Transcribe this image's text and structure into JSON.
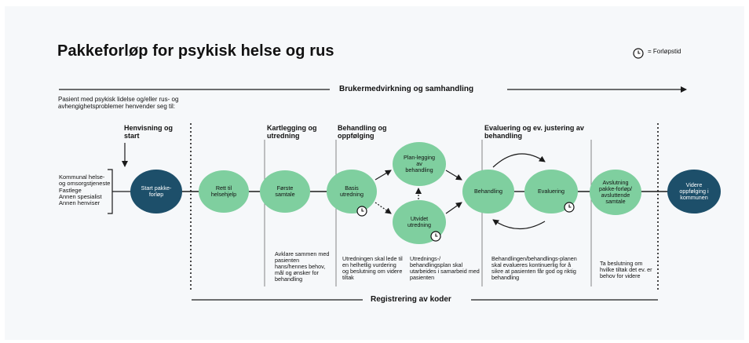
{
  "title": "Pakkeforløp for psykisk helse og rus",
  "legend": {
    "icon": "clock-icon",
    "label": "= Forløpstid"
  },
  "top_banner": "Brukermedvirkning og samhandling",
  "bottom_banner": "Registrering av koder",
  "intro_text": "Pasient med psykisk lidelse og/eller rus- og avhengighetsproblemer henvender seg til:",
  "referrers": [
    "Kommunal helse- og omsorgstjeneste",
    "Fastlege",
    "Annen spesialist",
    "Annen henviser"
  ],
  "stages": {
    "henvisning": "Henvisning og start",
    "kartlegging": "Kartlegging og utredning",
    "behandling": "Behandling og oppfølging",
    "evaluering": "Evaluering og ev. justering av behandling"
  },
  "nodes": {
    "start": "Start pakke-forløp",
    "rett": "Rett til helsehjelp",
    "forste": "Første samtale",
    "basis": "Basis utredning",
    "planlegging": "Plan-legging av behandling",
    "utvidet": "Utvidet utredning",
    "behandling": "Behandling",
    "evaluering": "Evaluering",
    "avslutning": "Avslutning pakke-forløp/ avsluttende samtale",
    "videre": "Videre oppfølging i kommunen"
  },
  "notes": {
    "avklare": "Avklare sammen med pasienten hans/hennes behov, mål og ønsker for behandling",
    "utredningen": "Utredningen skal lede til en helhetlig vurdering og beslutning om videre tiltak",
    "utredningsplan": "Utrednings-/ behandlingsplan skal utarbeides i samarbeid med pasienten",
    "behandlingsplanen": "Behandlingen/behandlings-planen skal evalueres kontinuerlig for å sikre at pasienten får god og riktig behandling",
    "beslutning": "Ta beslutning om hvilke tiltak det ev. er behov for videre"
  },
  "colors": {
    "dark_node": "#1d4f6a",
    "green_node": "#7fcf9f",
    "background": "#f6f8fa",
    "line": "#1a1a1a"
  }
}
